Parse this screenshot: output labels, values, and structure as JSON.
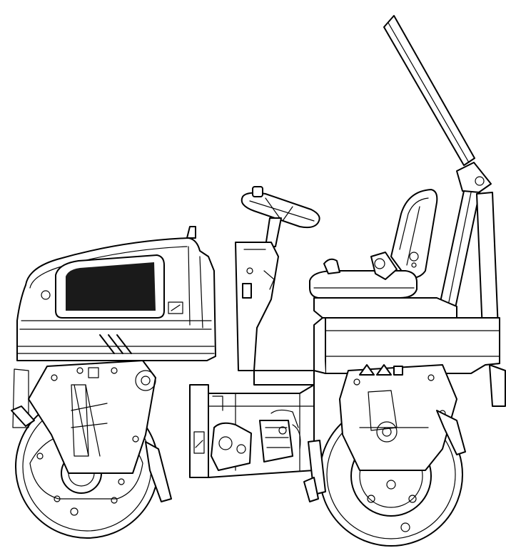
{
  "colors": {
    "line": "#000000",
    "background": "#ffffff",
    "grille": "#1a1a1a"
  },
  "components": [
    "steering-wheel",
    "operator-seat",
    "rops-bar",
    "engine-hood",
    "radiator-grille",
    "front-drum",
    "rear-drum",
    "scraper-front",
    "scraper-rear",
    "warning-decals"
  ]
}
